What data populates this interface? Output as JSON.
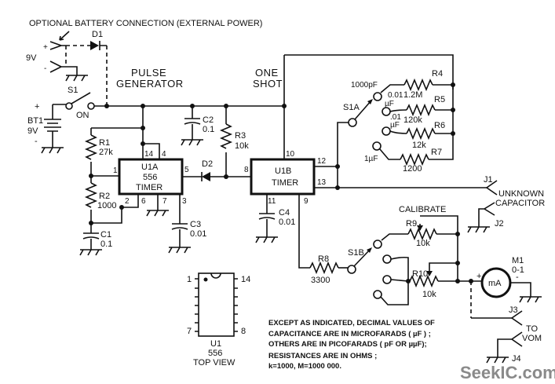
{
  "title": "OPTIONAL BATTERY CONNECTION (EXTERNAL POWER)",
  "sections": {
    "pulse_generator": [
      "PULSE",
      "GENERATOR"
    ],
    "one_shot": [
      "ONE",
      "SHOT"
    ]
  },
  "ext_power": {
    "voltage": "9V",
    "plus": "+",
    "minus": "-",
    "diode": "D1"
  },
  "battery": {
    "ref": "BT1",
    "voltage": "9V",
    "plus": "+",
    "minus": "-"
  },
  "switch_s1": {
    "ref": "S1",
    "state": "ON"
  },
  "resistors": {
    "r1": {
      "ref": "R1",
      "value": "27k"
    },
    "r2": {
      "ref": "R2",
      "value": "1000"
    },
    "r3": {
      "ref": "R3",
      "value": "10k"
    },
    "r4": {
      "ref": "R4",
      "value": "1.2M"
    },
    "r5": {
      "ref": "R5",
      "value": "120k"
    },
    "r6": {
      "ref": "R6",
      "value": "12k"
    },
    "r7": {
      "ref": "R7",
      "value": "1200"
    },
    "r8": {
      "ref": "R8",
      "value": "3300"
    },
    "r9": {
      "ref": "R9",
      "value": "10k"
    },
    "r10": {
      "ref": "R10",
      "value": "10k"
    }
  },
  "capacitors": {
    "c1": {
      "ref": "C1",
      "value": "0.1"
    },
    "c2": {
      "ref": "C2",
      "value": "0.1"
    },
    "c3": {
      "ref": "C3",
      "value": "0.01"
    },
    "c4": {
      "ref": "C4",
      "value": "0.01"
    }
  },
  "diode_d2": "D2",
  "u1a": {
    "lines": [
      "U1A",
      "556",
      "TIMER"
    ],
    "pins": [
      "14",
      "4",
      "1",
      "5",
      "2",
      "6",
      "7",
      "3"
    ]
  },
  "u1b": {
    "lines": [
      "U1B",
      "TIMER"
    ],
    "pins": [
      "10",
      "8",
      "12",
      "13",
      "11",
      "9"
    ]
  },
  "s1a": {
    "ref": "S1A",
    "positions": [
      "1000pF",
      "0.01",
      "µF",
      ".01",
      "µF",
      "1µF"
    ]
  },
  "s1b": {
    "ref": "S1B"
  },
  "calibrate": "CALIBRATE",
  "jacks": {
    "j1": "J1",
    "j2": "J2",
    "j3": "J3",
    "j4": "J4",
    "unknown": [
      "UNKNOWN",
      "CAPACITOR"
    ],
    "vom": [
      "TO",
      "VOM"
    ]
  },
  "meter": {
    "ref": "M1",
    "range": "0-1",
    "unit": "mA",
    "plus": "+",
    "minus": "-"
  },
  "pinout": {
    "ref": "U1",
    "part": "556",
    "view": "TOP VIEW",
    "pins": [
      "1",
      "14",
      "7",
      "8"
    ]
  },
  "notes": [
    "EXCEPT AS INDICATED, DECIMAL VALUES OF",
    "CAPACITANCE ARE IN MICROFARADS ( µF ) ;",
    "OTHERS ARE IN PICOFARADS ( pF OR µµF);",
    "RESISTANCES  ARE IN  OHMS ;",
    "k=1000, M=1000 000."
  ],
  "watermark": "SeekIC.com"
}
